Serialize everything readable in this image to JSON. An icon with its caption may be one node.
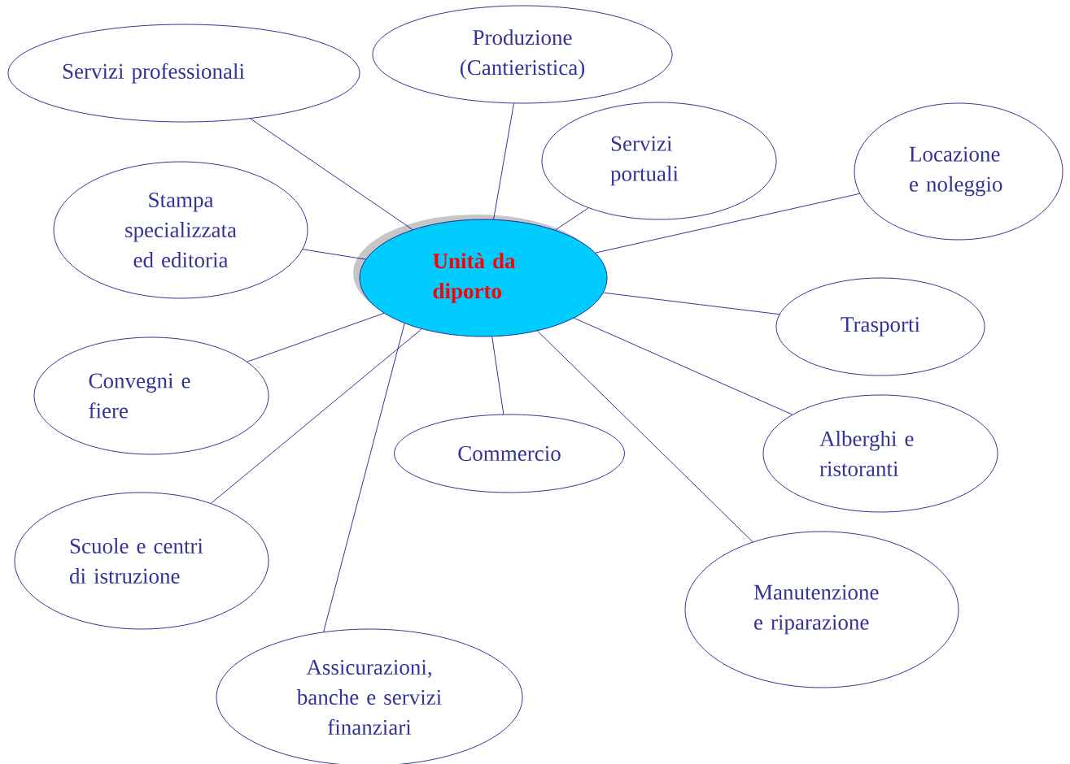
{
  "diagram": {
    "nodes": [
      {
        "text": [
          "Unità da diporto"
        ]
      },
      {
        "text": [
          "Produzione (Cantieristica)"
        ]
      },
      {
        "text": [
          "Servizi professionali"
        ]
      },
      {
        "text": [
          "Servizi portuali"
        ]
      },
      {
        "text": [
          "Locazione e noleggio"
        ]
      },
      {
        "text": [
          "Stampa specializzata ed editoria"
        ]
      },
      {
        "text": [
          "Trasporti"
        ]
      },
      {
        "text": [
          "Convegni e fiere"
        ]
      },
      {
        "text": [
          "Commercio"
        ]
      },
      {
        "text": [
          "Alberghi e ristoranti"
        ]
      },
      {
        "text": [
          "Scuole e centri di istruzione"
        ]
      },
      {
        "text": [
          "Manutenzione e riparazione"
        ]
      },
      {
        "text": [
          "Assicurazioni, banche e servizi finanziari"
        ]
      }
    ],
    "edges": [
      {
        "from": 0,
        "to": 1,
        "arrow": "none"
      },
      {
        "from": 0,
        "to": 2,
        "arrow": "none"
      },
      {
        "from": 0,
        "to": 3,
        "arrow": "none"
      },
      {
        "from": 0,
        "to": 4,
        "arrow": "none"
      },
      {
        "from": 0,
        "to": 5,
        "arrow": "none"
      },
      {
        "from": 0,
        "to": 6,
        "arrow": "none"
      },
      {
        "from": 0,
        "to": 7,
        "arrow": "none"
      },
      {
        "from": 0,
        "to": 8,
        "arrow": "none"
      },
      {
        "from": 0,
        "to": 9,
        "arrow": "none"
      },
      {
        "from": 0,
        "to": 10,
        "arrow": "none"
      },
      {
        "from": 0,
        "to": 11,
        "arrow": "none"
      },
      {
        "from": 0,
        "to": 12,
        "arrow": "none"
      }
    ]
  }
}
